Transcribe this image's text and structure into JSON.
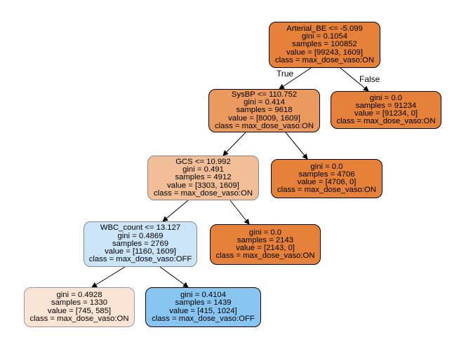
{
  "colors": {
    "on_strong": "#e58139",
    "on_medium": "#eb9a5f",
    "on_light": "#f2be97",
    "on_pale": "#fae4d5",
    "off_light": "#cbe4f8",
    "off_medium": "#89c5f1",
    "edge": "#000000"
  },
  "edge_labels": {
    "true_label": "True",
    "false_label": "False"
  },
  "nodes": [
    {
      "id": "root",
      "lines": [
        "Arterial_BE <= -5.099",
        "gini = 0.1054",
        "samples = 100852",
        "value = [99243, 1609]",
        "class = max_dose_vaso:ON"
      ]
    },
    {
      "id": "n1",
      "lines": [
        "SysBP <= 110.752",
        "gini = 0.414",
        "samples = 9618",
        "value = [8009, 1609]",
        "class = max_dose_vaso:ON"
      ]
    },
    {
      "id": "n2",
      "lines": [
        "gini = 0.0",
        "samples = 91234",
        "value = [91234, 0]",
        "class = max_dose_vaso:ON"
      ]
    },
    {
      "id": "n3",
      "lines": [
        "GCS <= 10.992",
        "gini = 0.491",
        "samples = 4912",
        "value = [3303, 1609]",
        "class = max_dose_vaso:ON"
      ]
    },
    {
      "id": "n4",
      "lines": [
        "gini = 0.0",
        "samples = 4706",
        "value = [4706, 0]",
        "class = max_dose_vaso:ON"
      ]
    },
    {
      "id": "n5",
      "lines": [
        "WBC_count <= 13.127",
        "gini = 0.4869",
        "samples = 2769",
        "value = [1160, 1609]",
        "class = max_dose_vaso:OFF"
      ]
    },
    {
      "id": "n6",
      "lines": [
        "gini = 0.0",
        "samples = 2143",
        "value = [2143, 0]",
        "class = max_dose_vaso:ON"
      ]
    },
    {
      "id": "n7",
      "lines": [
        "gini = 0.4928",
        "samples = 1330",
        "value = [745, 585]",
        "class = max_dose_vaso:ON"
      ]
    },
    {
      "id": "n8",
      "lines": [
        "gini = 0.4104",
        "samples = 1439",
        "value = [415, 1024]",
        "class = max_dose_vaso:OFF"
      ]
    }
  ]
}
